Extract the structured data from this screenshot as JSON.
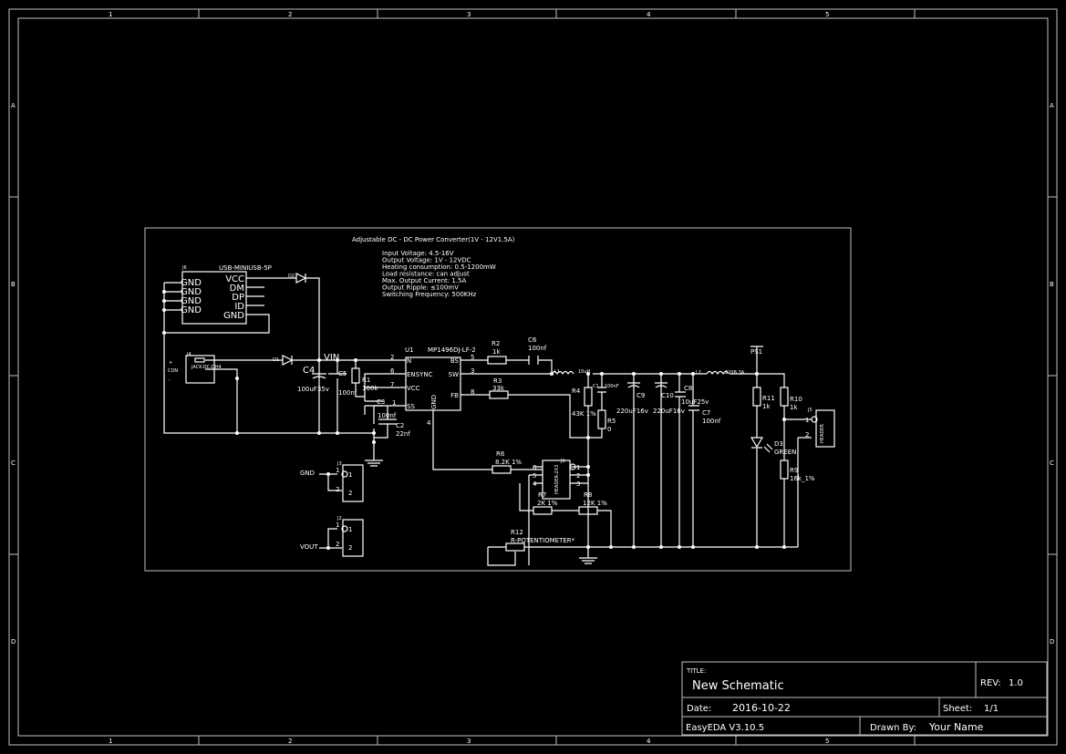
{
  "frame": {
    "columns": [
      "1",
      "2",
      "3",
      "4",
      "5"
    ],
    "rows": [
      "A",
      "B",
      "C",
      "D"
    ]
  },
  "notes": {
    "title": "Adjustable DC - DC Power Converter(1V - 12V1.5A)",
    "lines": [
      "Input Voltage: 4.5-16V",
      "Output Voltage: 1V - 12VDC",
      "Heating consumption: 0.5-1200mW",
      "Load resistance: can adjust",
      "Max. Output Current: 1.5A",
      "Output Ripple: ≤100mV",
      "Switching Frequency: 500KHz"
    ]
  },
  "j6": {
    "ref": "J6",
    "part": "USB-MINIUSB-5P",
    "left": [
      "GND",
      "GND",
      "GND",
      "GND"
    ],
    "right": [
      "VCC",
      "DM",
      "DP",
      "ID",
      "GND"
    ],
    "d2": "D2"
  },
  "j4": {
    "ref": "J4",
    "part": "JACK-DC-DH4",
    "plus": "+",
    "con": "CON",
    "minus": "-",
    "d1": "D1"
  },
  "net": {
    "vin": "VIN",
    "gnd": "GND",
    "vout": "VOUT"
  },
  "caps": {
    "c4": "C4",
    "c4v": "100uF35v",
    "c5": "C5",
    "c5v": "100nf",
    "r1": "R1",
    "r1v": "100k",
    "c3": "C3",
    "c3v": "100nf",
    "c2": "C2",
    "c2v": "22nf"
  },
  "u1": {
    "ref": "U1",
    "part": "MP1496DJ-LF-2",
    "left": [
      "N",
      "ENSYNC",
      "VCC",
      "SS"
    ],
    "left_pins": [
      "2",
      "6",
      "7",
      "1"
    ],
    "right": [
      "BS",
      "SW",
      "FB"
    ],
    "right_pins": [
      "5",
      "3",
      "8"
    ],
    "gnd": "GND",
    "gnd_pin": "4"
  },
  "mid": {
    "r2": "R2",
    "r2v": "1k",
    "c6": "C6",
    "c6v": "100nf",
    "l1": "L1",
    "l1v": "10uH",
    "r3": "R3",
    "r3v": "33k",
    "r4": "R4",
    "r4v": "43K 1%",
    "c1": "C1",
    "c1v": "100nF",
    "r5": "R5",
    "r5v": "0"
  },
  "out": {
    "c9": "C9",
    "c9v": "220uF16v",
    "c10": "C10",
    "c10v": "220uF16v",
    "c8": "C8",
    "c8v": "10uF25v",
    "c7": "C7",
    "c7v": "100nf",
    "l2": "L2",
    "l2v": "220B 3A",
    "ps1": "PS1",
    "r11": "R11",
    "r11v": "1k",
    "r10": "R10",
    "r10v": "1k",
    "d3": "D3",
    "d3v": "GREEN",
    "r9": "R9",
    "r9v": "16k_1%",
    "j5": "J5",
    "j5p": "HEADER"
  },
  "fb": {
    "r6": "R6",
    "r6v": "8.2K 1%",
    "j1": "J1",
    "j1p": "HEADER-2X3",
    "lp": [
      "6",
      "5",
      "4"
    ],
    "rp": [
      "1",
      "2",
      "3"
    ],
    "r7": "R7",
    "r7v": "2K 1%",
    "r8": "R8",
    "r8v": "12K 1%",
    "r12": "R12",
    "r12v": "R-POTENTIOMETER*"
  },
  "conn": {
    "j3": "J3",
    "j2": "J2",
    "p1": "1",
    "p2": "2"
  },
  "titleblock": {
    "title_label": "TITLE:",
    "title": "New Schematic",
    "rev_label": "REV:",
    "rev": "1.0",
    "date_label": "Date:",
    "date": "2016-10-22",
    "sheet_label": "Sheet:",
    "sheet": "1/1",
    "software": "EasyEDA V3.10.5",
    "drawn_label": "Drawn By:",
    "drawn": "Your Name"
  }
}
